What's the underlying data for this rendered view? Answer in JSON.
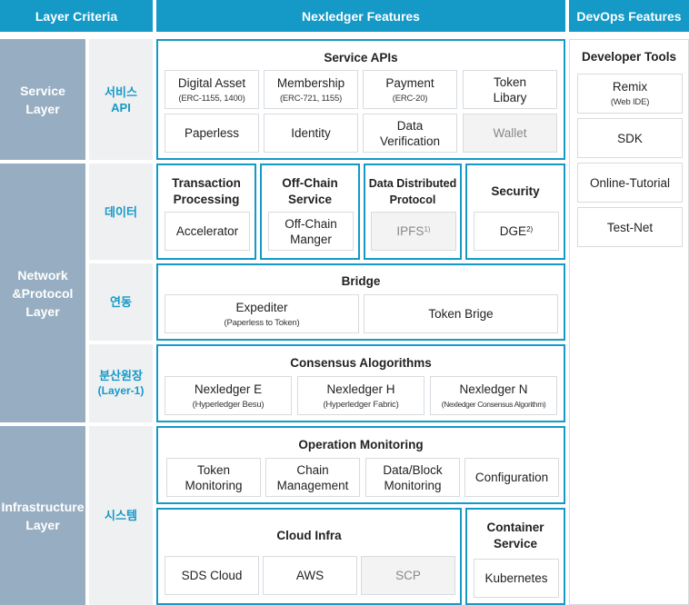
{
  "headers": {
    "layer_criteria": "Layer Criteria",
    "nexledger_features": "Nexledger Features",
    "devops_features": "DevOps Features"
  },
  "layers": {
    "service": "Service\nLayer",
    "network": "Network\n&Protocol\nLayer",
    "infrastructure": "Infrastructure\nLayer"
  },
  "sublayers": {
    "service_api": "서비스\nAPI",
    "data": "데이터",
    "link": "연동",
    "distributed_ledger": "분산원장",
    "distributed_ledger_note": "(Layer-1)",
    "system": "시스템"
  },
  "service_apis": {
    "title": "Service APIs",
    "digital_asset": "Digital Asset",
    "digital_asset_note": "(ERC-1155, 1400)",
    "membership": "Membership",
    "membership_note": "(ERC-721, 1155)",
    "payment": "Payment",
    "payment_note": "(ERC-20)",
    "token_library": "Token\nLibary",
    "paperless": "Paperless",
    "identity": "Identity",
    "data_verification": "Data\nVerification",
    "wallet": "Wallet"
  },
  "transaction_processing": {
    "title": "Transaction\nProcessing",
    "accelerator": "Accelerator"
  },
  "off_chain_service": {
    "title": "Off-Chain\nService",
    "manager": "Off-Chain\nManger"
  },
  "data_distributed_protocol": {
    "title": "Data Distributed\nProtocol",
    "ipfs": "IPFS",
    "ipfs_sup": "1)"
  },
  "security": {
    "title": "Security",
    "dge": "DGE",
    "dge_sup": "2)"
  },
  "bridge": {
    "title": "Bridge",
    "expediter": "Expediter",
    "expediter_note": "(Paperless to Token)",
    "token_bridge": "Token Brige"
  },
  "consensus": {
    "title": "Consensus Alogorithms",
    "e": "Nexledger  E",
    "e_note": "(Hyperledger Besu)",
    "h": "Nexledger  H",
    "h_note": "(Hyperledger Fabric)",
    "n": "Nexledger  N",
    "n_note": "(Nexledger Consensus Algorithm)"
  },
  "operation_monitoring": {
    "title": "Operation Monitoring",
    "token": "Token\nMonitoring",
    "chain": "Chain\nManagement",
    "datablock": "Data/Block\nMonitoring",
    "configuration": "Configuration"
  },
  "cloud_infra": {
    "title": "Cloud Infra",
    "sds": "SDS Cloud",
    "aws": "AWS",
    "scp": "SCP"
  },
  "container_service": {
    "title": "Container\nService",
    "kubernetes": "Kubernetes"
  },
  "developer_tools": {
    "title": "Developer Tools",
    "remix": "Remix",
    "remix_note": "(Web IDE)",
    "sdk": "SDK",
    "online_tutorial": "Online-Tutorial",
    "test_net": "Test-Net"
  }
}
